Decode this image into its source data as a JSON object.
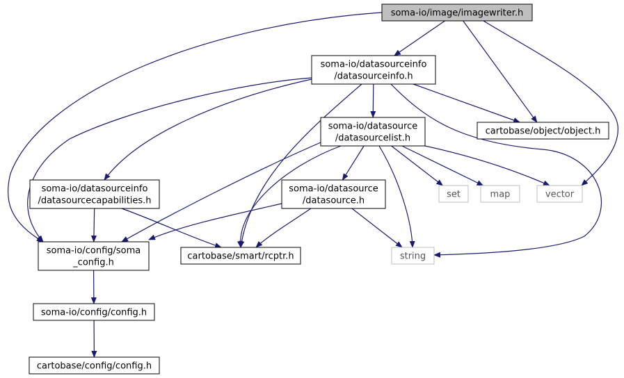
{
  "colors": {
    "edge": "#191970",
    "node_border": "#000000",
    "external_border": "#bfbfbf",
    "root_fill": "#bfbfbf",
    "node_fill": "#ffffff"
  },
  "nodes": {
    "imagewriter": {
      "lines": [
        "soma-io/image/imagewriter.h"
      ],
      "kind": "root"
    },
    "datasourceinfo": {
      "lines": [
        "soma-io/datasourceinfo",
        "/datasourceinfo.h"
      ],
      "kind": "normal"
    },
    "object": {
      "lines": [
        "cartobase/object/object.h"
      ],
      "kind": "normal"
    },
    "datasourcelist": {
      "lines": [
        "soma-io/datasource",
        "/datasourcelist.h"
      ],
      "kind": "normal"
    },
    "datasourcecapabilities": {
      "lines": [
        "soma-io/datasourceinfo",
        "/datasourcecapabilities.h"
      ],
      "kind": "normal"
    },
    "datasource": {
      "lines": [
        "soma-io/datasource",
        "/datasource.h"
      ],
      "kind": "normal"
    },
    "set": {
      "lines": [
        "set"
      ],
      "kind": "external"
    },
    "map": {
      "lines": [
        "map"
      ],
      "kind": "external"
    },
    "vector": {
      "lines": [
        "vector"
      ],
      "kind": "external"
    },
    "soma_config": {
      "lines": [
        "soma-io/config/soma",
        "_config.h"
      ],
      "kind": "normal"
    },
    "rcptr": {
      "lines": [
        "cartobase/smart/rcptr.h"
      ],
      "kind": "normal"
    },
    "string": {
      "lines": [
        "string"
      ],
      "kind": "external"
    },
    "somaio_config": {
      "lines": [
        "soma-io/config/config.h"
      ],
      "kind": "normal"
    },
    "cartobase_config": {
      "lines": [
        "cartobase/config/config.h"
      ],
      "kind": "normal"
    }
  },
  "edges": [
    [
      "imagewriter",
      "datasourceinfo"
    ],
    [
      "imagewriter",
      "object"
    ],
    [
      "imagewriter",
      "vector"
    ],
    [
      "imagewriter",
      "soma_config"
    ],
    [
      "datasourceinfo",
      "object"
    ],
    [
      "datasourceinfo",
      "datasourcelist"
    ],
    [
      "datasourceinfo",
      "datasourcecapabilities"
    ],
    [
      "datasourceinfo",
      "soma_config"
    ],
    [
      "datasourceinfo",
      "rcptr"
    ],
    [
      "datasourceinfo",
      "string"
    ],
    [
      "datasourcelist",
      "datasource"
    ],
    [
      "datasourcelist",
      "set"
    ],
    [
      "datasourcelist",
      "map"
    ],
    [
      "datasourcelist",
      "vector"
    ],
    [
      "datasourcelist",
      "string"
    ],
    [
      "datasourcelist",
      "soma_config"
    ],
    [
      "datasourcelist",
      "rcptr"
    ],
    [
      "datasourcecapabilities",
      "soma_config"
    ],
    [
      "datasourcecapabilities",
      "rcptr"
    ],
    [
      "datasource",
      "soma_config"
    ],
    [
      "datasource",
      "rcptr"
    ],
    [
      "datasource",
      "string"
    ],
    [
      "soma_config",
      "somaio_config"
    ],
    [
      "somaio_config",
      "cartobase_config"
    ]
  ]
}
